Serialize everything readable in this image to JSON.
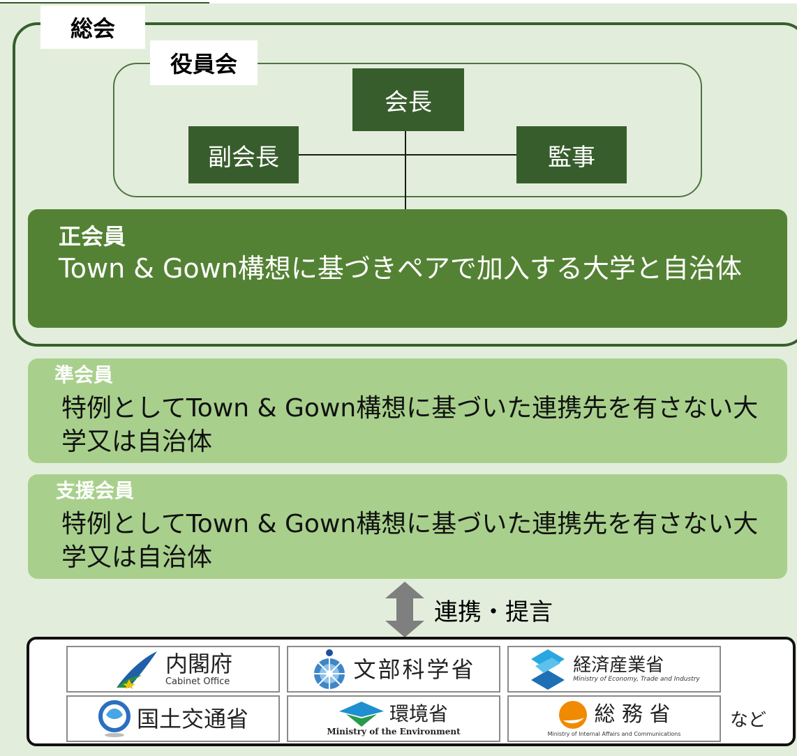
{
  "general_assembly": {
    "label": "総会"
  },
  "board": {
    "label": "役員会",
    "president": "会長",
    "vice_president": "副会長",
    "auditor": "監事"
  },
  "full_member": {
    "title": "正会員",
    "description": "Town & Gown構想に基づきペアで加入する大学と自治体"
  },
  "associate_member": {
    "title": "準会員",
    "description": "特例としてTown & Gown構想に基づいた連携先を有さない大学又は自治体"
  },
  "supporting_member": {
    "title": "支援会員",
    "description": "特例としてTown & Gown構想に基づいた連携先を有さない大学又は自治体"
  },
  "collaboration": {
    "label": "連携・提言"
  },
  "ministries": [
    {
      "jp": "内閣府",
      "en": "Cabinet Office",
      "icon": "cabinet-office-logo"
    },
    {
      "jp": "文部科学省",
      "en": "",
      "icon": "mext-logo"
    },
    {
      "jp": "経済産業省",
      "en": "Ministry of Economy, Trade and Industry",
      "icon": "meti-logo"
    },
    {
      "jp": "国土交通省",
      "en": "",
      "icon": "mlit-logo"
    },
    {
      "jp": "環境省",
      "en": "Ministry of the Environment",
      "icon": "moe-logo"
    },
    {
      "jp": "総 務 省",
      "en": "Ministry of Internal Affairs and Communications",
      "icon": "mic-logo"
    }
  ],
  "etc_label": "など",
  "colors": {
    "background": "#e2eedb",
    "dark_green": "#385d2d",
    "full_member_green": "#548234",
    "light_green": "#a8d08c"
  }
}
